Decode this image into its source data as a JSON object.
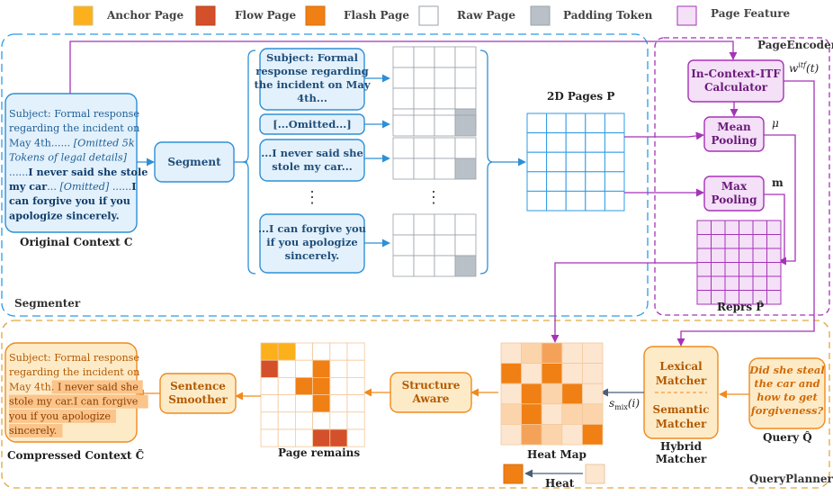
{
  "legend": {
    "anchor": {
      "label": "Anchor Page",
      "color": "#fbb01c"
    },
    "flow": {
      "label": "Flow Page",
      "color": "#d4502a"
    },
    "flash": {
      "label": "Flash Page",
      "color": "#f07f14"
    },
    "raw": {
      "label": "Raw Page",
      "color": "#ffffff"
    },
    "padding": {
      "label": "Padding Token",
      "color": "#b9c0c8"
    },
    "feature": {
      "label": "Page Feature",
      "color": "#f4e0f7"
    }
  },
  "segmenter": {
    "title": "Segmenter",
    "original_context": {
      "lines": [
        {
          "parts": [
            {
              "t": "Subject: Formal response",
              "s": "normal"
            }
          ]
        },
        {
          "parts": [
            {
              "t": "regarding the incident on",
              "s": "normal"
            }
          ]
        },
        {
          "parts": [
            {
              "t": "May 4th......",
              "s": "normal"
            },
            {
              "t": " [Omitted 5k",
              "s": "italic"
            }
          ]
        },
        {
          "parts": [
            {
              "t": "Tokens of legal details]",
              "s": "italic"
            }
          ]
        },
        {
          "parts": [
            {
              "t": "......",
              "s": "normal"
            },
            {
              "t": "I never said she stole",
              "s": "bold"
            }
          ]
        },
        {
          "parts": [
            {
              "t": "my car",
              "s": "bold"
            },
            {
              "t": "... ",
              "s": "normal"
            },
            {
              "t": "[Omitted]",
              "s": "italic"
            },
            {
              "t": " ......",
              "s": "normal"
            },
            {
              "t": "I",
              "s": "bold"
            }
          ]
        },
        {
          "parts": [
            {
              "t": "can forgive you if you",
              "s": "bold"
            }
          ]
        },
        {
          "parts": [
            {
              "t": "apologize sincerely.",
              "s": "bold"
            }
          ]
        }
      ],
      "caption": "Original Context",
      "symbol": "C"
    },
    "segment_button": "Segment",
    "segments": [
      {
        "lines": [
          "Subject: Formal",
          "response regarding",
          "the incident on May",
          "4th..."
        ]
      },
      {
        "lines": [
          "[...Omitted...]"
        ]
      },
      {
        "lines": [
          "...I never said she",
          "stole my car..."
        ]
      },
      {
        "lines": [
          "...I can forgive you",
          "if you apologize",
          "sincerely."
        ]
      }
    ],
    "ellipsis": "⋮",
    "pages_label": "2D Pages",
    "pages_symbol": "P"
  },
  "encoder": {
    "title": "PageEncoder",
    "itf_calc": [
      "In-Context-ITF",
      "Calculator"
    ],
    "itf_weight": "w^itf(t)",
    "mean_pool": [
      "Mean",
      "Pooling"
    ],
    "mean_symbol": "μ",
    "max_pool": [
      "Max",
      "Pooling"
    ],
    "max_symbol": "m",
    "reprs_label": "Reprs",
    "reprs_symbol": "P̂"
  },
  "planner": {
    "title": "QueryPlanner",
    "query": {
      "lines": [
        "Did she steal",
        "the car and",
        "how to get",
        "forgiveness?"
      ],
      "caption": "Query",
      "symbol": "Q̂"
    },
    "matcher": {
      "lexical": [
        "Lexical",
        "Matcher"
      ],
      "semantic": [
        "Semantic",
        "Matcher"
      ],
      "caption": [
        "Hybrid",
        "Matcher"
      ]
    },
    "score_label": "s_mix(i)",
    "heatmap_label": "Heat Map",
    "heat_legend": "Heat",
    "structure": [
      "Structure",
      "Aware"
    ],
    "remains_label": "Page remains",
    "smoother": [
      "Sentence",
      "Smoother"
    ],
    "compressed": {
      "lines": [
        [
          {
            "t": "Subject: Formal response",
            "h": false
          }
        ],
        [
          {
            "t": "regarding the incident on",
            "h": false
          }
        ],
        [
          {
            "t": "May 4th.",
            "h": false
          },
          {
            "t": " I never said she",
            "h": true
          }
        ],
        [
          {
            "t": "stole my car.I can forgive",
            "h": true
          }
        ],
        [
          {
            "t": "you if you apologize",
            "h": true
          }
        ],
        [
          {
            "t": "sincerely.",
            "h": true
          }
        ]
      ],
      "caption": "Compressed Context",
      "symbol": "C̃"
    }
  },
  "grids": {
    "segment_grid": "4x4 raw page with padding in last column",
    "heatmap_levels": [
      [
        0,
        1,
        2,
        0,
        0
      ],
      [
        3,
        0,
        3,
        0,
        0
      ],
      [
        0,
        3,
        1,
        3,
        0
      ],
      [
        1,
        3,
        0,
        1,
        1
      ],
      [
        0,
        2,
        1,
        0,
        3
      ]
    ],
    "remains_cells": [
      [
        "anchor",
        "anchor",
        "none",
        "none",
        "none",
        "none"
      ],
      [
        "flow",
        "none",
        "none",
        "flash",
        "none",
        "none"
      ],
      [
        "none",
        "none",
        "flash",
        "flash",
        "none",
        "none"
      ],
      [
        "none",
        "none",
        "none",
        "flash",
        "none",
        "none"
      ],
      [
        "none",
        "none",
        "none",
        "none",
        "none",
        "none"
      ],
      [
        "none",
        "none",
        "none",
        "flow",
        "flow",
        "none"
      ]
    ]
  }
}
